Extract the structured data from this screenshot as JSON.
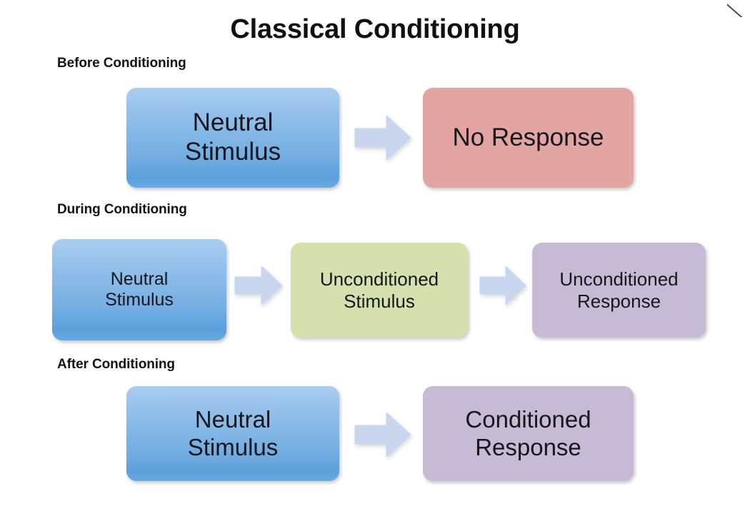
{
  "title": "Classical Conditioning",
  "colors": {
    "background": "#ffffff",
    "box_blue_top": "#a9cdf0",
    "box_blue_bottom": "#5ba0dc",
    "box_red": "#e3a5a2",
    "box_green": "#d4e0ae",
    "box_purple": "#c7bad5",
    "arrow": "#c8d7ef",
    "text_dark": "#16161e",
    "heading": "#101010"
  },
  "sections": [
    {
      "label": "Before Conditioning",
      "boxes": [
        {
          "line1": "Neutral",
          "line2": "Stimulus",
          "color": "blue"
        },
        {
          "line1": "No Response",
          "line2": "",
          "color": "red"
        }
      ],
      "arrows": [
        "arrow-right-icon"
      ]
    },
    {
      "label": "During Conditioning",
      "boxes": [
        {
          "line1": "Neutral",
          "line2": "Stimulus",
          "color": "blue"
        },
        {
          "line1": "Unconditioned",
          "line2": "Stimulus",
          "color": "green"
        },
        {
          "line1": "Unconditioned",
          "line2": "Response",
          "color": "purple"
        }
      ],
      "arrows": [
        "arrow-right-icon",
        "arrow-right-icon"
      ]
    },
    {
      "label": "After Conditioning",
      "boxes": [
        {
          "line1": "Neutral",
          "line2": "Stimulus",
          "color": "blue"
        },
        {
          "line1": "Conditioned",
          "line2": "Response",
          "color": "purple"
        }
      ],
      "arrows": [
        "arrow-right-icon"
      ]
    }
  ]
}
